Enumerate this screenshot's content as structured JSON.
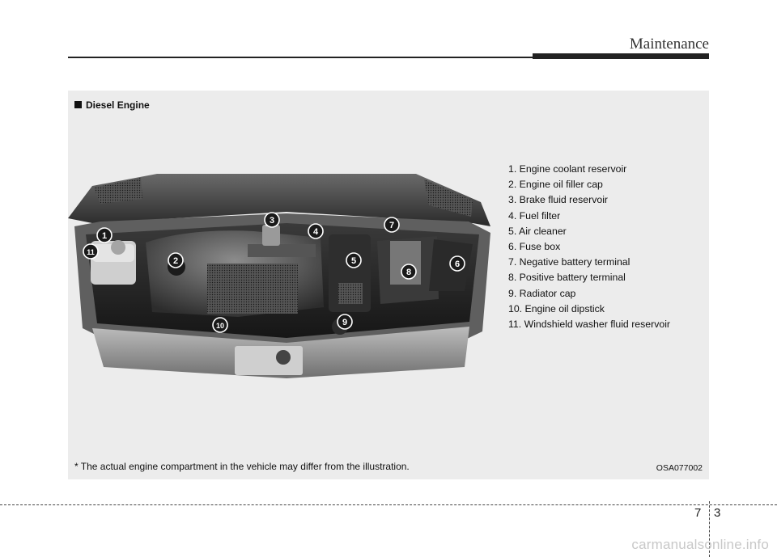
{
  "header": {
    "section_title": "Maintenance"
  },
  "panel": {
    "heading": "Diesel Engine",
    "legend": [
      "1. Engine coolant reservoir",
      "2. Engine oil filler cap",
      "3. Brake fluid reservoir",
      "4. Fuel filter",
      "5. Air cleaner",
      "6. Fuse box",
      "7. Negative battery terminal",
      "8. Positive battery terminal",
      "9. Radiator cap",
      "10. Engine oil dipstick",
      "11. Windshield washer fluid reservoir"
    ],
    "callouts": [
      "1",
      "2",
      "3",
      "4",
      "5",
      "6",
      "7",
      "8",
      "9",
      "10",
      "11"
    ],
    "footnote": "* The actual engine compartment in the vehicle may differ from the illustration.",
    "image_code": "OSA077002"
  },
  "footer": {
    "chapter": "7",
    "page": "3"
  },
  "watermark": "carmanualsonline.info",
  "colors": {
    "panel_bg": "#ececec",
    "rule": "#222222",
    "callout": "#ffffff"
  }
}
